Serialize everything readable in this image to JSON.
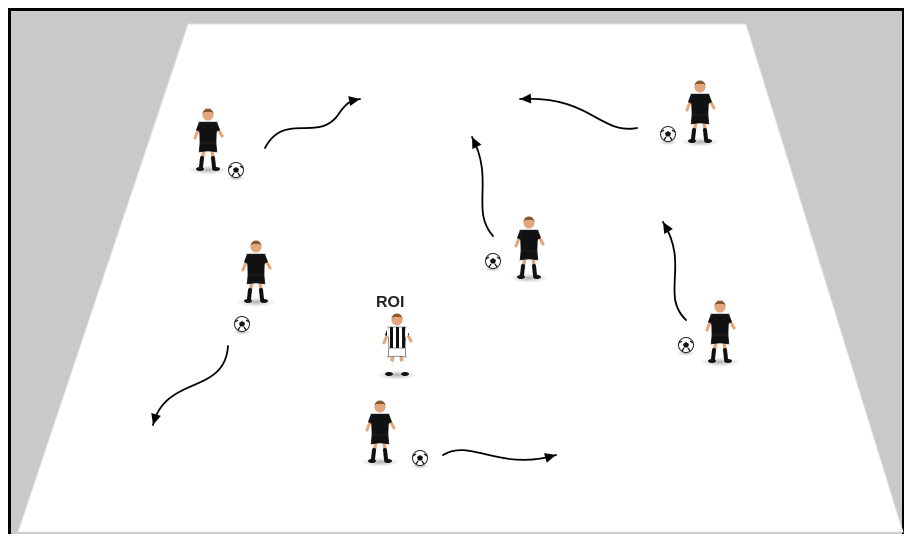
{
  "diagram": {
    "colors": {
      "background": "#c9c9c9",
      "pitch": "#ffffff",
      "pitch_edge": "#dcdcdc",
      "attacker_kit": "#111111",
      "king_kit": "#ffffff",
      "skin": "#e2a57c",
      "hair": "#8a5a2b",
      "arrow": "#000000"
    },
    "king_label": "ROI",
    "players": [
      {
        "role": "dribbler",
        "kit": "black",
        "ball": "right",
        "icon": "player-icon"
      },
      {
        "role": "dribbler",
        "kit": "black",
        "ball": "left",
        "icon": "player-icon"
      },
      {
        "role": "dribbler",
        "kit": "black",
        "ball": "below",
        "icon": "player-icon"
      },
      {
        "role": "dribbler",
        "kit": "black",
        "ball": "left",
        "icon": "player-icon"
      },
      {
        "role": "dribbler",
        "kit": "black",
        "ball": "left",
        "icon": "player-icon"
      },
      {
        "role": "dribbler",
        "kit": "black",
        "ball": "right",
        "icon": "player-icon"
      },
      {
        "role": "king",
        "kit": "striped",
        "ball": "none",
        "icon": "player-icon"
      }
    ],
    "arrows": [
      {
        "kind": "curved-dribble",
        "icon": "arrow-icon"
      },
      {
        "kind": "curved-dribble",
        "icon": "arrow-icon"
      },
      {
        "kind": "curved-dribble",
        "icon": "arrow-icon"
      },
      {
        "kind": "curved-dribble",
        "icon": "arrow-icon"
      },
      {
        "kind": "curved-dribble",
        "icon": "arrow-icon"
      },
      {
        "kind": "curved-dribble",
        "icon": "arrow-icon"
      }
    ]
  }
}
